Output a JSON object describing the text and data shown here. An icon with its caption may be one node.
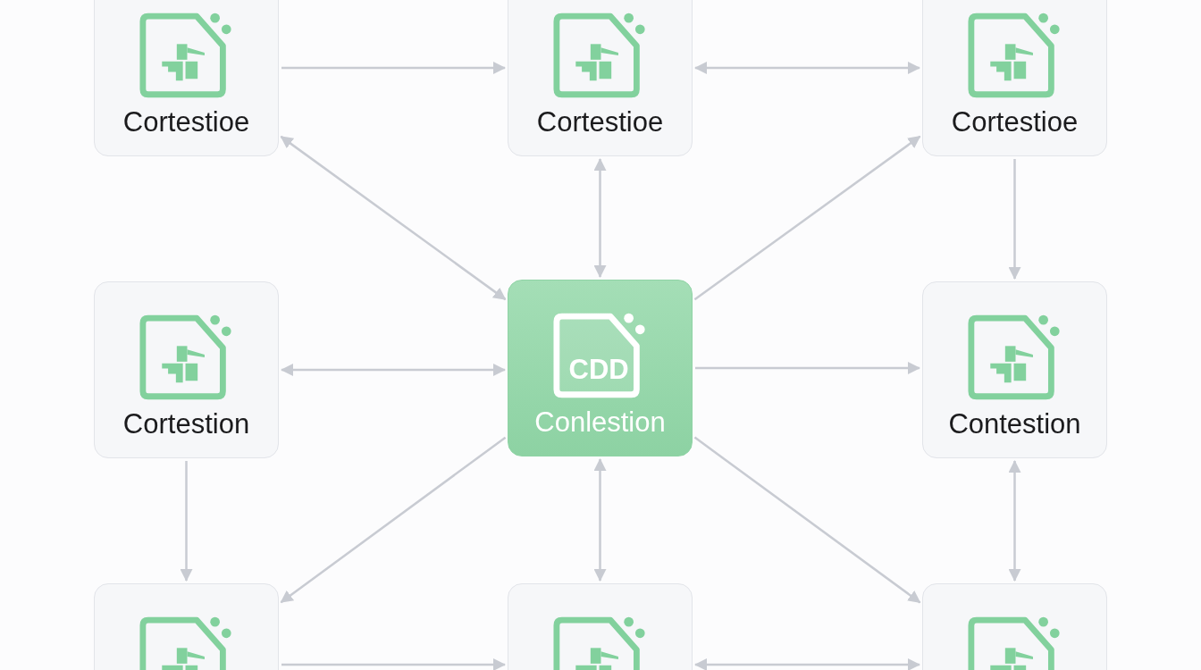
{
  "diagram": {
    "nodes": [
      {
        "text": [
          "Cortestioe"
        ]
      },
      {
        "text": [
          "Cortestioe"
        ]
      },
      {
        "text": [
          "Cortestioe"
        ]
      },
      {
        "text": [
          "Cortestion"
        ]
      },
      {
        "text": [
          "CDD",
          "Conlestion"
        ]
      },
      {
        "text": [
          "Contestion"
        ]
      },
      {
        "text": [],
        "shape": "box"
      },
      {
        "text": [],
        "shape": "box"
      },
      {
        "text": [],
        "shape": "box"
      }
    ],
    "edges": [
      {
        "from": 0,
        "to": 1,
        "arrow": "to"
      },
      {
        "from": 1,
        "to": 2,
        "arrow": "both"
      },
      {
        "from": 0,
        "to": 4,
        "arrow": "both"
      },
      {
        "from": 1,
        "to": 4,
        "arrow": "both"
      },
      {
        "from": 4,
        "to": 2,
        "arrow": "to"
      },
      {
        "from": 2,
        "to": 5,
        "arrow": "to"
      },
      {
        "from": 3,
        "to": 4,
        "arrow": "both"
      },
      {
        "from": 4,
        "to": 5,
        "arrow": "to"
      },
      {
        "from": 3,
        "to": 6,
        "arrow": "to"
      },
      {
        "from": 4,
        "to": 6,
        "arrow": "to"
      },
      {
        "from": 4,
        "to": 7,
        "arrow": "both"
      },
      {
        "from": 4,
        "to": 8,
        "arrow": "to"
      },
      {
        "from": 5,
        "to": 8,
        "arrow": "both"
      },
      {
        "from": 6,
        "to": 7,
        "arrow": "to"
      },
      {
        "from": 7,
        "to": 8,
        "arrow": "both"
      }
    ]
  }
}
